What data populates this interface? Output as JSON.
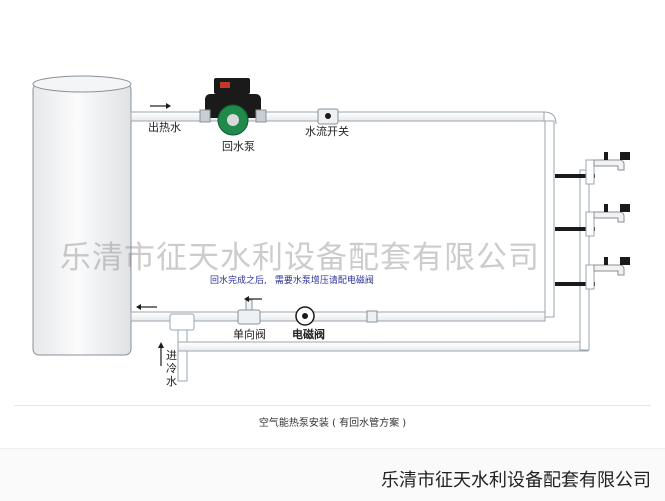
{
  "diagram": {
    "labels": {
      "hot_water_out": "出热水",
      "return_pump": "回水泵",
      "flow_switch": "水流开关",
      "check_valve": "单向阀",
      "solenoid_valve": "电磁阀",
      "cold_in": "进冷水"
    },
    "note": {
      "prefix": "回水完成之后,",
      "suffix": "需要水泵增压请配电磁阀"
    },
    "caption": "空气能热泵安装 ( 有回水管方案 )",
    "watermark_center": "乐清市征天水利设备配套有限公司",
    "watermark_footer": "乐清市征天水利设备配套有限公司"
  },
  "colors": {
    "pipe_outline": "#9aa4ac",
    "pipe_fill": "#ffffff",
    "tank_fill": "#f4f5f6",
    "tank_outline": "#8a9197",
    "pump_green": "#1f8a4a",
    "pump_black": "#1a1a1a",
    "note_blue": "#2a2f9a",
    "watermark": "#8c8c8c"
  },
  "icons": {
    "flow_arrow": "arrow-right-icon",
    "return_arrow": "arrow-left-icon",
    "cold_arrow": "arrow-up-icon",
    "faucet": "faucet-icon",
    "pump": "circulation-pump-icon",
    "valve": "solenoid-valve-icon"
  }
}
